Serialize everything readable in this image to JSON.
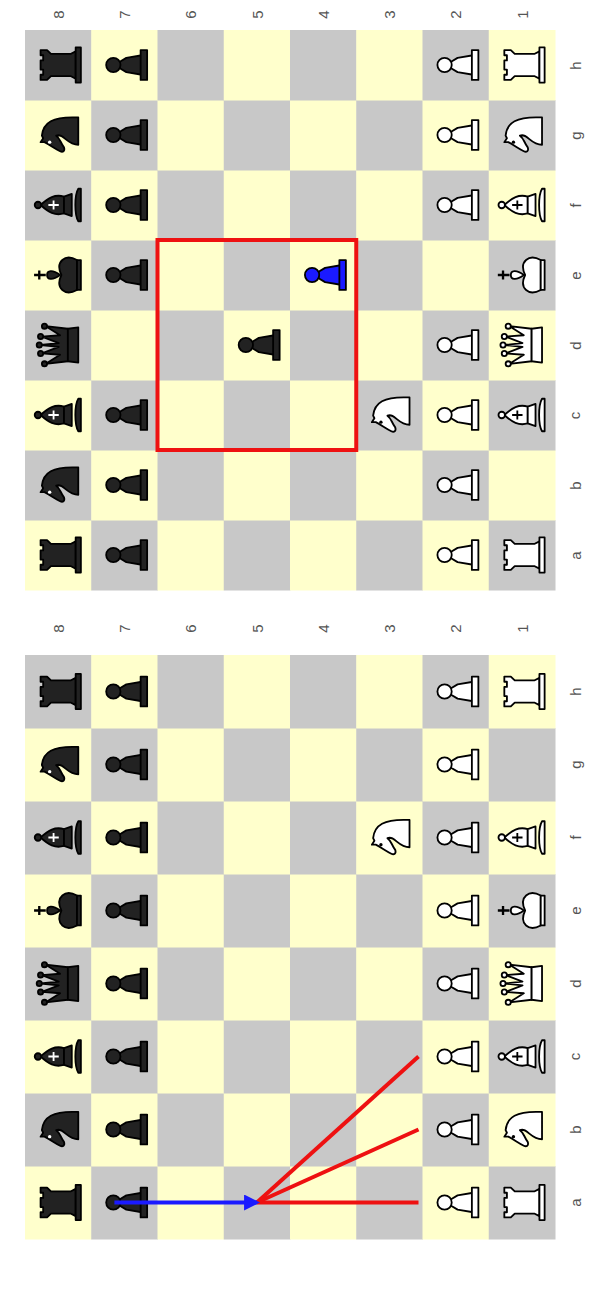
{
  "diagram": {
    "labels": [
      "8",
      "7",
      "6",
      "5",
      "4",
      "3",
      "2",
      "1",
      "h",
      "g",
      "f",
      "e",
      "d",
      "c",
      "b",
      "a",
      "8",
      "7",
      "6",
      "5",
      "4",
      "3",
      "2",
      "1",
      "h",
      "g",
      "f",
      "e",
      "d",
      "c",
      "b",
      "a"
    ]
  }
}
